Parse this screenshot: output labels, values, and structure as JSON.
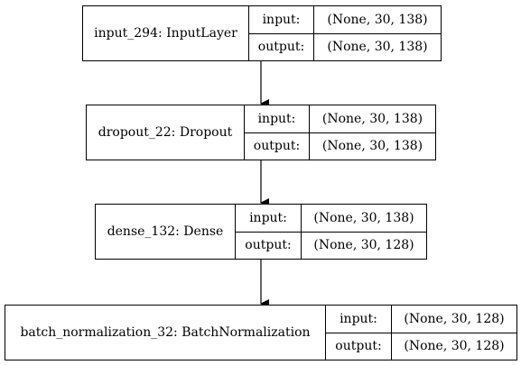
{
  "nodes": [
    {
      "name": "input_294: InputLayer",
      "input_label": "input:",
      "output_label": "output:",
      "input_shape": "(None, 30, 138)",
      "output_shape": "(None, 30, 138)"
    },
    {
      "name": "dropout_22: Dropout",
      "input_label": "input:",
      "output_label": "output:",
      "input_shape": "(None, 30, 138)",
      "output_shape": "(None, 30, 138)"
    },
    {
      "name": "dense_132: Dense",
      "input_label": "input:",
      "output_label": "output:",
      "input_shape": "(None, 30, 138)",
      "output_shape": "(None, 30, 128)"
    },
    {
      "name": "batch_normalization_32: BatchNormalization",
      "input_label": "input:",
      "output_label": "output:",
      "input_shape": "(None, 30, 128)",
      "output_shape": "(None, 30, 128)"
    }
  ],
  "colors": {
    "line": "#000000",
    "background": "#ffffff"
  }
}
